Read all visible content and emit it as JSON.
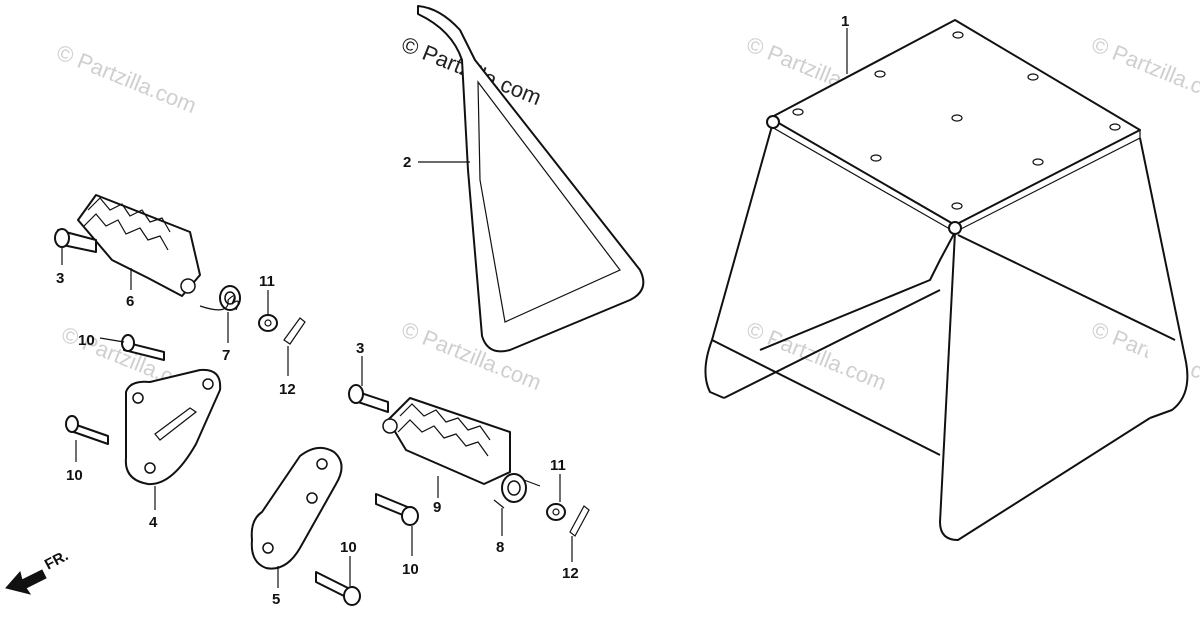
{
  "watermarks": {
    "main": "© Partzilla.com",
    "faint": "© Partzilla.com"
  },
  "direction_label": "FR.",
  "callouts": {
    "c1": "1",
    "c2": "2",
    "c3a": "3",
    "c3b": "3",
    "c4": "4",
    "c5": "5",
    "c6": "6",
    "c7": "7",
    "c8": "8",
    "c9": "9",
    "c10a": "10",
    "c10b": "10",
    "c10c": "10",
    "c10d": "10",
    "c11a": "11",
    "c11b": "11",
    "c12a": "12",
    "c12b": "12"
  },
  "icons": {
    "direction_arrow": "arrow-down-left-icon"
  }
}
